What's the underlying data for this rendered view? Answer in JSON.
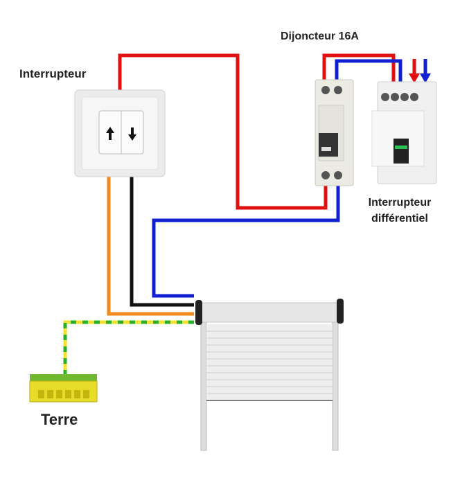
{
  "labels": {
    "switch": "Interrupteur",
    "breaker": "Dijoncteur 16A",
    "differential_line1": "Interrupteur",
    "differential_line2": "différentiel",
    "earth": "Terre"
  },
  "colors": {
    "phase": "#e01010",
    "neutral": "#1020d0",
    "motor_up": "#f08a1a",
    "motor_down": "#111111",
    "earth_yellow": "#f2e030",
    "earth_green": "#2cb02c"
  }
}
